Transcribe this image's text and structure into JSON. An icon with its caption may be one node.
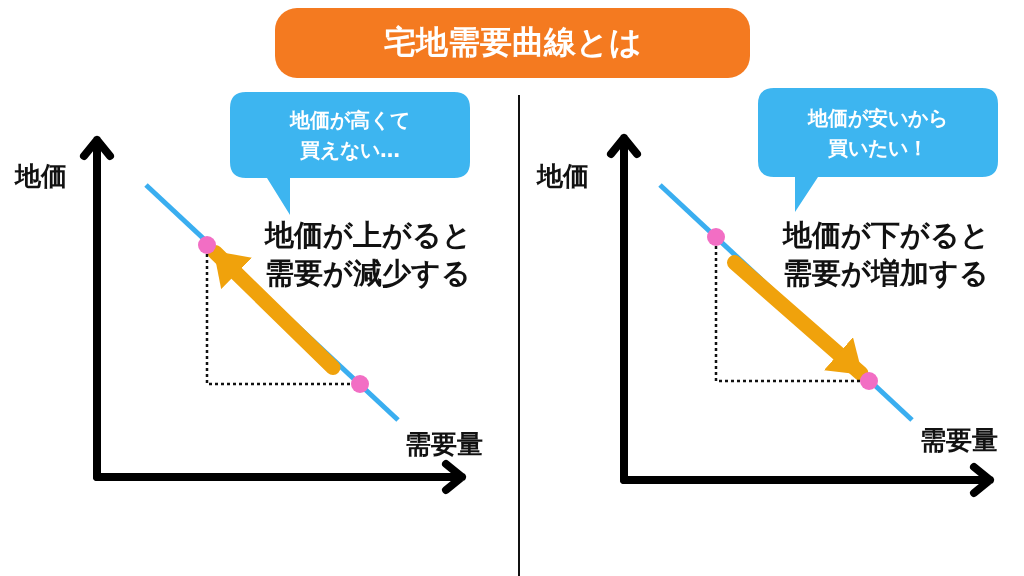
{
  "diagram": {
    "title": "宅地需要曲線とは",
    "nodes": [
      {
        "text": [
          "地価が高くて買えない…"
        ]
      },
      {
        "text": [],
        "shape": "circle"
      },
      {
        "text": [],
        "shape": "circle"
      },
      {
        "text": [
          "地価が安いから買いたい！"
        ]
      },
      {
        "text": [],
        "shape": "circle"
      },
      {
        "text": [],
        "shape": "circle"
      }
    ],
    "edges": [
      {
        "from": 2,
        "to": 1,
        "arrow": "to",
        "style": "thick"
      },
      {
        "from": 1,
        "to": 2,
        "arrow": "none",
        "style": "dashed",
        "color": "#111111"
      },
      {
        "from": 4,
        "to": 5,
        "arrow": "to",
        "style": "thick"
      },
      {
        "from": 4,
        "to": 5,
        "arrow": "none",
        "style": "dashed",
        "color": "#111111"
      }
    ],
    "labels": [
      "地価",
      "地価が上がると需要が減少する",
      "需要量",
      "地価",
      "地価が下がると需要が増加する",
      "需要量"
    ]
  }
}
